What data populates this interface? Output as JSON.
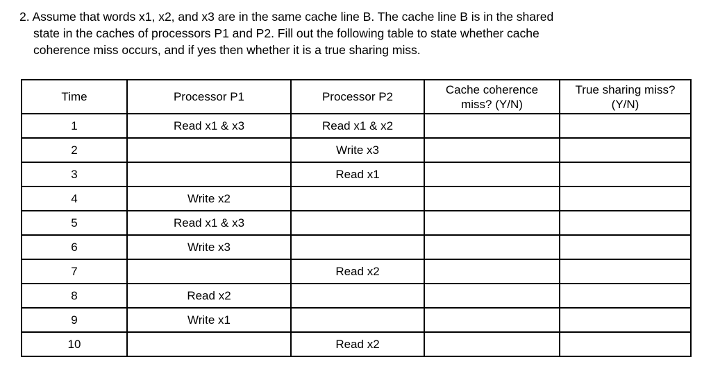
{
  "question": {
    "number": "2.",
    "lines": [
      "2. Assume that words x1, x2, and x3 are in the same cache line B. The cache line B is in the shared",
      "state in the caches of processors P1 and P2. Fill out the following table to state whether cache",
      "coherence miss occurs, and if yes then whether it is a true sharing miss."
    ]
  },
  "table": {
    "headers": [
      {
        "line1": "Time",
        "line2": ""
      },
      {
        "line1": "Processor P1",
        "line2": ""
      },
      {
        "line1": "Processor P2",
        "line2": ""
      },
      {
        "line1": "Cache coherence",
        "line2": "miss? (Y/N)"
      },
      {
        "line1": "True sharing miss?",
        "line2": "(Y/N)"
      }
    ],
    "rows": [
      {
        "time": "1",
        "p1": "Read x1 & x3",
        "p2": "Read x1 & x2",
        "cc": "",
        "ts": ""
      },
      {
        "time": "2",
        "p1": "",
        "p2": "Write x3",
        "cc": "",
        "ts": ""
      },
      {
        "time": "3",
        "p1": "",
        "p2": "Read x1",
        "cc": "",
        "ts": ""
      },
      {
        "time": "4",
        "p1": "Write x2",
        "p2": "",
        "cc": "",
        "ts": ""
      },
      {
        "time": "5",
        "p1": "Read x1 & x3",
        "p2": "",
        "cc": "",
        "ts": ""
      },
      {
        "time": "6",
        "p1": "Write x3",
        "p2": "",
        "cc": "",
        "ts": ""
      },
      {
        "time": "7",
        "p1": "",
        "p2": "Read x2",
        "cc": "",
        "ts": ""
      },
      {
        "time": "8",
        "p1": "Read x2",
        "p2": "",
        "cc": "",
        "ts": ""
      },
      {
        "time": "9",
        "p1": "Write x1",
        "p2": "",
        "cc": "",
        "ts": ""
      },
      {
        "time": "10",
        "p1": "",
        "p2": "Read x2",
        "cc": "",
        "ts": ""
      }
    ]
  },
  "colors": {
    "background": "#ffffff",
    "text": "#000000",
    "border": "#000000"
  }
}
